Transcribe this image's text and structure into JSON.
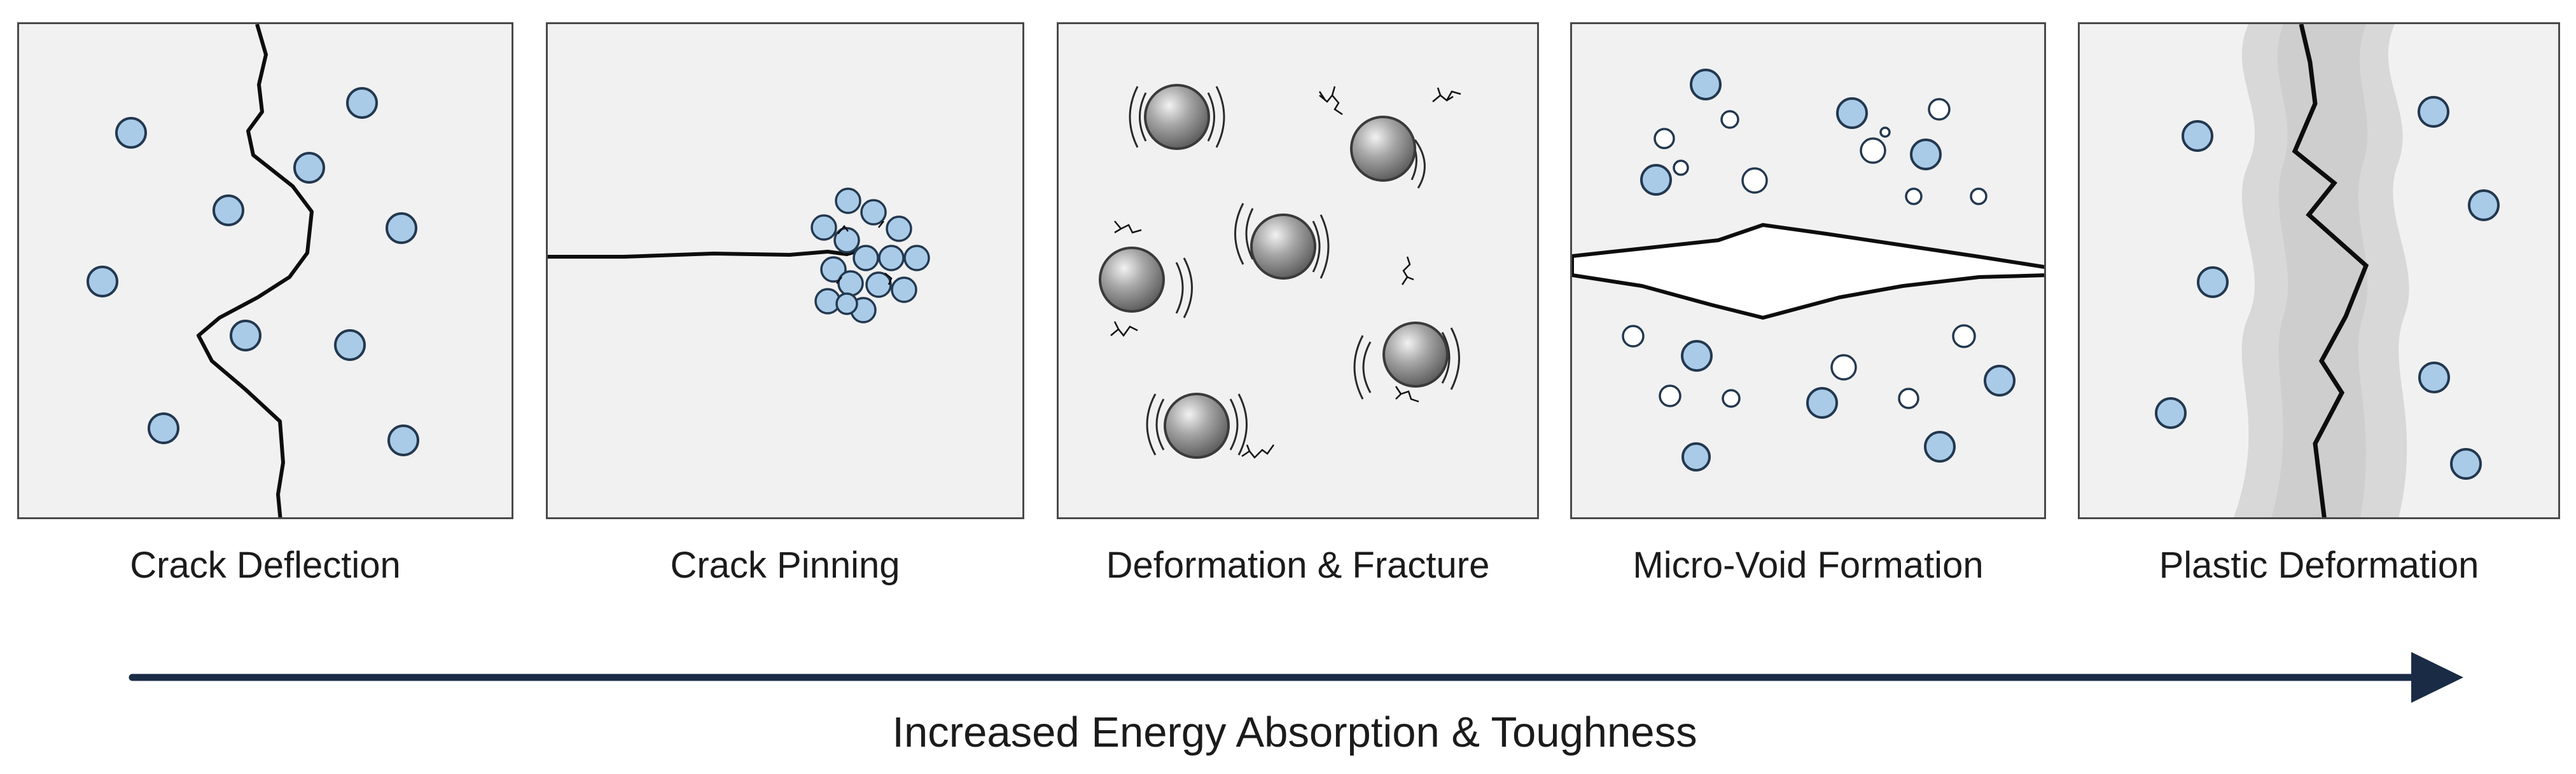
{
  "mechanisms": [
    {
      "id": "crack-deflection",
      "label": "Crack Deflection"
    },
    {
      "id": "crack-pinning",
      "label": "Crack Pinning"
    },
    {
      "id": "deformation-fracture",
      "label": "Deformation & Fracture"
    },
    {
      "id": "micro-void-formation",
      "label": "Micro-Void Formation"
    },
    {
      "id": "plastic-deformation",
      "label": "Plastic Deformation"
    }
  ],
  "trend_arrow": {
    "label": "Increased Energy Absorption & Toughness"
  },
  "colors": {
    "background": "#ffffff",
    "panel_fill": "#f1f1f1",
    "panel_border": "#4a4a4a",
    "particle_fill": "#a9cbe8",
    "particle_stroke": "#23384f",
    "rubber_particle": "#8f8f8f",
    "crack": "#0d0d0d",
    "plastic_zone": "#d4d4d4",
    "arrow": "#1a2b45"
  }
}
